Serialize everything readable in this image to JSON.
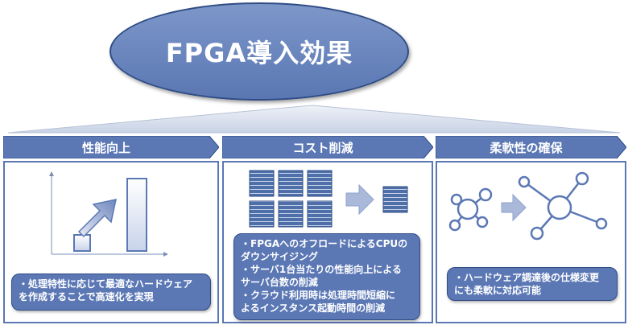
{
  "title": "FPGA導入効果",
  "columns": [
    {
      "header": "性能向上",
      "lines": [
        "・処理特性に応じて最適なハードウェア",
        "を作成することで高速化を実現"
      ]
    },
    {
      "header": "コスト削減",
      "lines": [
        "・FPGAへのオフロードによるCPUの",
        "ダウンサイジング",
        "・サーバ1台当たりの性能向上による",
        "サーバ台数の削減",
        "・クラウド利用時は処理時間短縮に",
        "よるインスタンス起動時間の削減"
      ]
    },
    {
      "header": "柔軟性の確保",
      "lines": [
        "・ハードウェア調達後の仕様変更",
        "にも柔軟に対応可能"
      ]
    }
  ],
  "colors": {
    "primary": "#5b78b5",
    "dark": "#2f4c85",
    "server": "#4f6fa8"
  },
  "icons": [
    "growth-chart-icon",
    "server-rack-icon",
    "network-nodes-icon",
    "arrow-right-icon"
  ]
}
